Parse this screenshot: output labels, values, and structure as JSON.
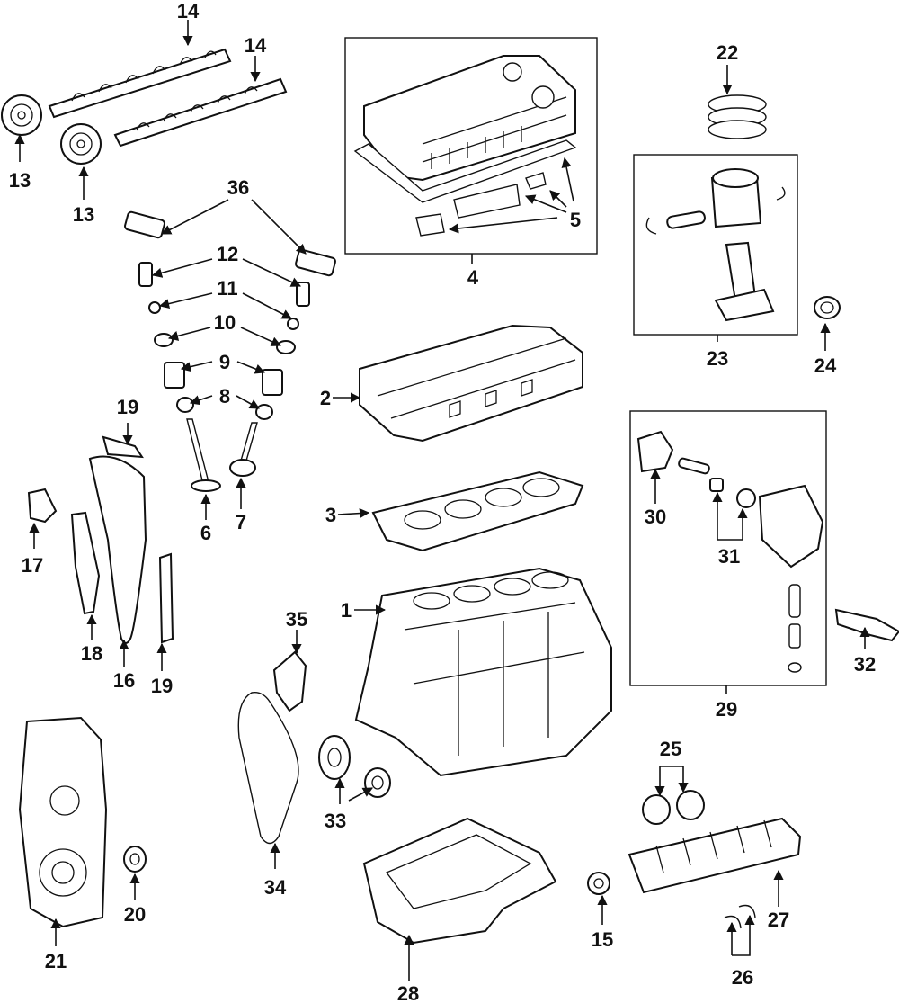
{
  "callouts": {
    "c1": "1",
    "c2": "2",
    "c3": "3",
    "c4": "4",
    "c5": "5",
    "c6": "6",
    "c7": "7",
    "c8": "8",
    "c9": "9",
    "c10": "10",
    "c11": "11",
    "c12": "12",
    "c13a": "13",
    "c13b": "13",
    "c14a": "14",
    "c14b": "14",
    "c15": "15",
    "c16": "16",
    "c17": "17",
    "c18": "18",
    "c19a": "19",
    "c19b": "19",
    "c20": "20",
    "c21": "21",
    "c22": "22",
    "c23": "23",
    "c24": "24",
    "c25": "25",
    "c26": "26",
    "c27": "27",
    "c28": "28",
    "c29": "29",
    "c30": "30",
    "c31": "31",
    "c32": "32",
    "c33": "33",
    "c34": "34",
    "c35": "35",
    "c36": "36"
  }
}
